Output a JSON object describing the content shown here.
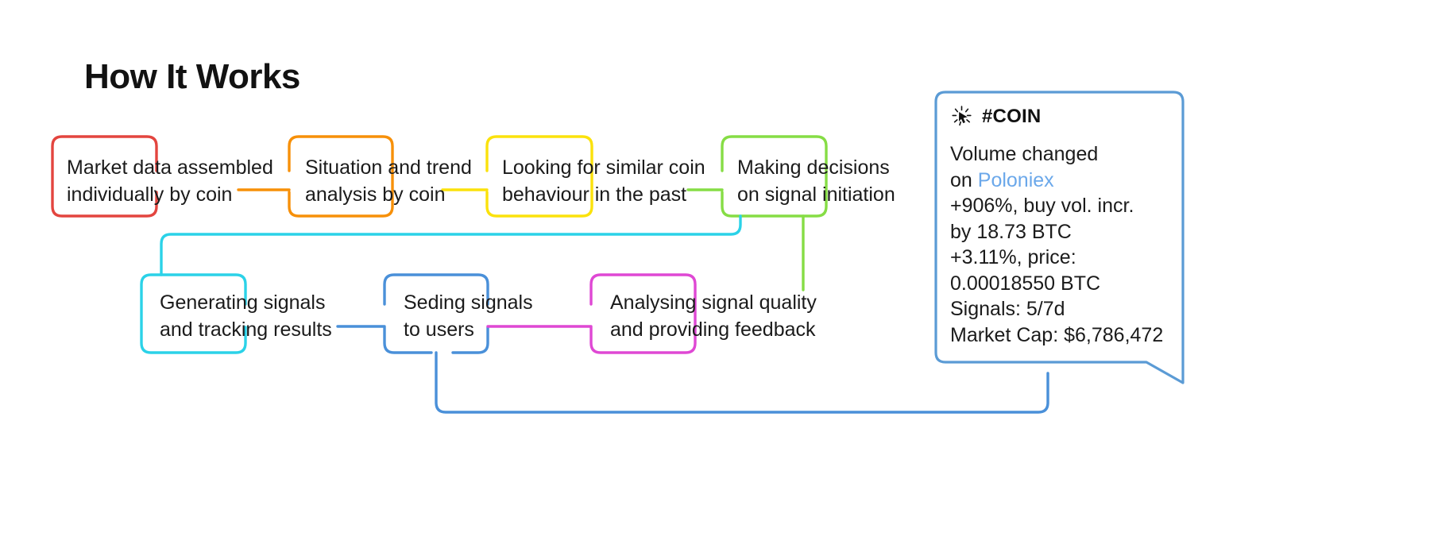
{
  "page": {
    "title": "How It Works",
    "background": "#ffffff"
  },
  "flow": {
    "nodes": [
      {
        "id": "market-data",
        "line1": "Market data  assembled",
        "line2": "individually by coin",
        "color": "#e3453f"
      },
      {
        "id": "situation-trend",
        "line1": "Situation and trend",
        "line2": "analysis by coin",
        "color": "#f79009"
      },
      {
        "id": "similar-behaviour",
        "line1": "Looking for similar coin",
        "line2": "behaviour in the past",
        "color": "#fbe20b"
      },
      {
        "id": "making-decisions",
        "line1": "Making decisions",
        "line2": "on signal initiation",
        "color": "#86dd45"
      },
      {
        "id": "generating-signals",
        "line1": "Generating signals",
        "line2": "and tracking results",
        "color": "#2bd2e8"
      },
      {
        "id": "seding-signals",
        "line1": "Seding signals",
        "line2": "to users",
        "color": "#4a90d9"
      },
      {
        "id": "analysing-quality",
        "line1": "Analysing signal quality",
        "line2": "and providing feedback",
        "color": "#df48d4"
      }
    ],
    "connector_colors": {
      "market_to_situation": "#f79009",
      "situation_to_similar": "#fbe20b",
      "similar_to_decisions": "#86dd45",
      "decisions_to_generating": "#2bd2e8",
      "decisions_to_analysing": "#86dd45",
      "generating_to_seding": "#4a90d9",
      "seding_to_analysing": "#df48d4",
      "seding_to_tooltip": "#4a90d9"
    }
  },
  "tooltip": {
    "border_color": "#5b9bd5",
    "icon_name": "click-cursor-icon",
    "coin_name": "#COIN",
    "lines": [
      {
        "text": "Volume changed"
      },
      {
        "prefix": "on ",
        "link": "Poloniex"
      },
      {
        "text": "+906%, buy vol. incr."
      },
      {
        "text": "by 18.73 BTC"
      },
      {
        "text": "+3.11%, price:"
      },
      {
        "text": "0.00018550 BTC"
      },
      {
        "text": "Signals: 5/7d"
      },
      {
        "text": "Market Cap: $6,786,472"
      }
    ]
  }
}
